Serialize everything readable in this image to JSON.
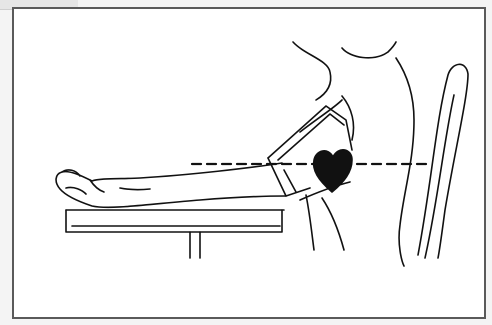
{
  "figure": {
    "subject": "seated-blood-pressure-measurement-posture",
    "elements": [
      "table",
      "arm",
      "cuff",
      "heart",
      "heart-level-line",
      "torso",
      "chair-back"
    ],
    "colors": {
      "line": "#111111",
      "frame": "#5a5a5a",
      "heart": "#111111",
      "background": "#ffffff"
    }
  }
}
